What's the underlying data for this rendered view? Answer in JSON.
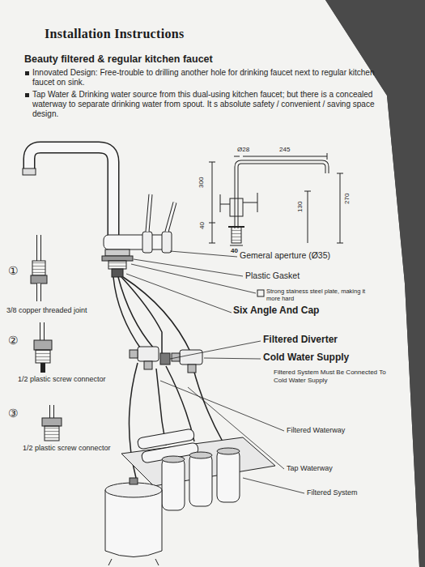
{
  "diagram": {
    "title": "Installation Instructions",
    "labels": [
      "Beauty filtered & regular kitchen faucet",
      "Innovated Design: Free-trouble to drilling another hole for drinking faucet next to regular kitchen faucet on sink.",
      "Tap Water & Drinking water source from this dual-using kitchen faucet; but there is a concealed waterway to separate drinking water from spout. It s absolute safety / convenient / saving space design.",
      "Ø28",
      "245",
      "300",
      "130",
      "270",
      "40",
      "40",
      "①",
      "3/8 copper threaded joint",
      "②",
      "1/2 plastic screw connector",
      "③",
      "1/2 plastic screw connector",
      "Gemeral aperture (Ø35)",
      "Plastic Gasket",
      "Strong stainess steel plate, making it more hard",
      "Six Angle And Cap",
      "Filtered Diverter",
      "Cold Water Supply",
      "Filtered System Must Be Connected To Cold Water Supply",
      "Filtered Waterway",
      "Tap Waterway",
      "Filtered System"
    ]
  }
}
